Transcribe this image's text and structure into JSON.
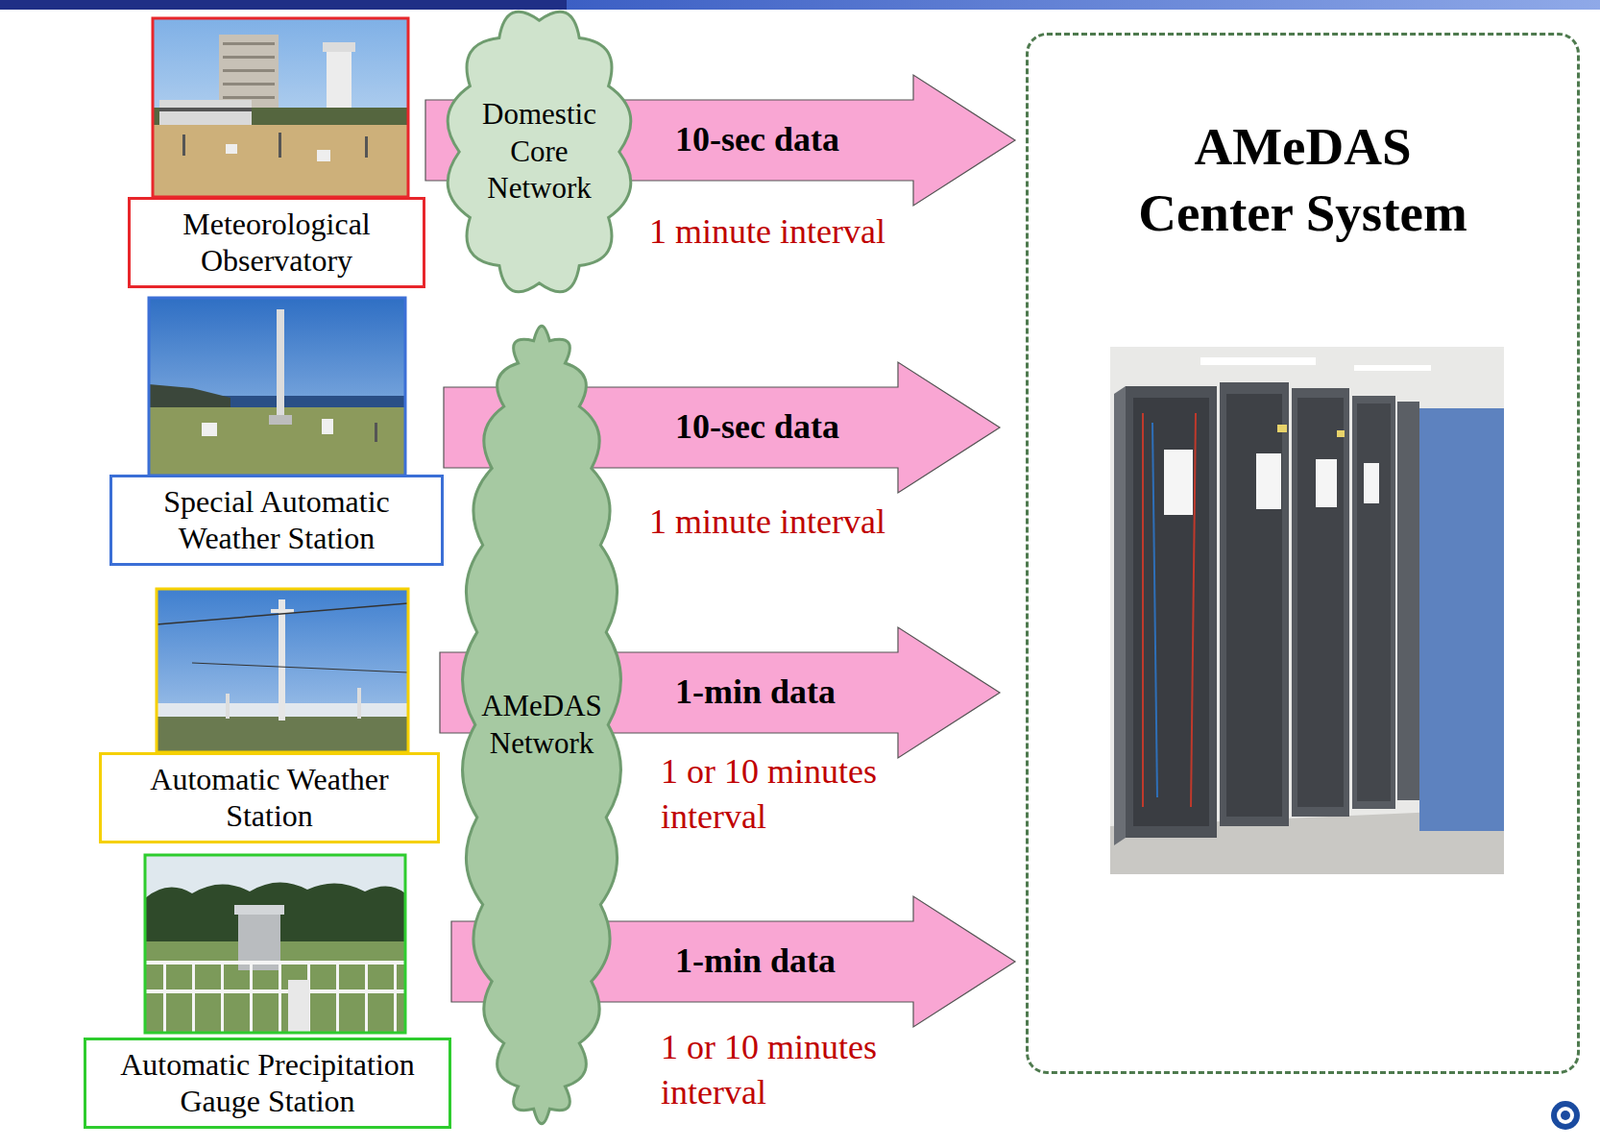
{
  "diagram": {
    "nodes": [
      {
        "text": [
          "Meteorological Observatory"
        ]
      },
      {
        "text": [
          "Domestic Core Network"
        ]
      },
      {
        "text": [
          "AMeDAS Center System"
        ]
      },
      {
        "text": [
          "Special Automatic Weather Station"
        ]
      },
      {
        "text": [
          "AMeDAS Network"
        ]
      },
      {
        "text": [
          "Automatic Weather Station"
        ]
      },
      {
        "text": [
          "Automatic Precipitation Gauge Station"
        ]
      }
    ],
    "edges": [
      {
        "from": 0,
        "to": 2,
        "arrow": "to",
        "label": "10-sec data"
      },
      {
        "from": 3,
        "to": 2,
        "arrow": "to",
        "label": "10-sec data"
      },
      {
        "from": 5,
        "to": 2,
        "arrow": "to",
        "label": "1-min data"
      },
      {
        "from": 6,
        "to": 2,
        "arrow": "to",
        "label": "1-min data"
      }
    ],
    "labels": [
      "1 minute interval",
      "1 minute interval",
      "1 or 10 minutes interval",
      "1 or 10 minutes interval"
    ]
  }
}
